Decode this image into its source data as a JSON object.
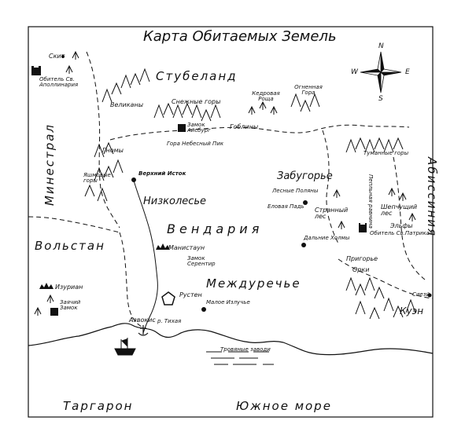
{
  "title": "Карта Обитаемых Земель",
  "compass": {
    "n": "N",
    "e": "E",
    "s": "S",
    "w": "W"
  },
  "regions": {
    "stubeland": "Стубеланд",
    "minestral": "Минестрал",
    "abyssinia": "Абиссиния",
    "zabugorye": "Забугорье",
    "nizkolesye": "Низколесье",
    "vendaria": "Вендария",
    "volstan": "Вольстан",
    "mezhdurechye": "Междуречье",
    "kuen": "Куэн",
    "targaron": "Таргарон",
    "south_sea": "Южное море"
  },
  "places": {
    "skit": "Скит",
    "obitel_apollinaria": "Обитель Св. Аполлинария",
    "velikany": "Великаны",
    "snow_mountains": "Снежные горы",
    "cedar_grove": "Кедровая Роща",
    "fire_mountain": "Огненная Гора",
    "castle_aisbург": "Замок Айсбург",
    "mount_heavenly_peak": "Гора Небесный Пик",
    "gobliny": "Гоблины",
    "gnomy": "Гномы",
    "jasper_mountains": "Яшмовые горы",
    "upper_source": "Верхний Исток",
    "foggy_mountains": "Туманные горы",
    "forest_clearings": "Лесные Поляны",
    "spruce_hollow": "Еловая Падь",
    "strange_forest": "Странный лес",
    "ash_plain": "Пепльная равнина",
    "whispering_forest": "Шепчущий лес",
    "elves": "Эльфы",
    "far_hills": "Дальние Холмы",
    "obitel_patrick": "Обитель Св.Патрика",
    "manistaun": "Манистаун",
    "castle_serentir": "Замок Серентир",
    "foothills": "Пригорье",
    "orcs": "Орки",
    "siezhi": "Сиезй",
    "izurian": "Изуриан",
    "castle_zavchy": "Заячий Замок",
    "rusten": "Рустен",
    "small_bend": "Малое Излучье",
    "azvokis": "Азвокис",
    "river_quiet": "р. Тихая",
    "reed_backwaters": "Тровяные заводи"
  },
  "colors": {
    "ink": "#111111",
    "paper": "#ffffff"
  }
}
